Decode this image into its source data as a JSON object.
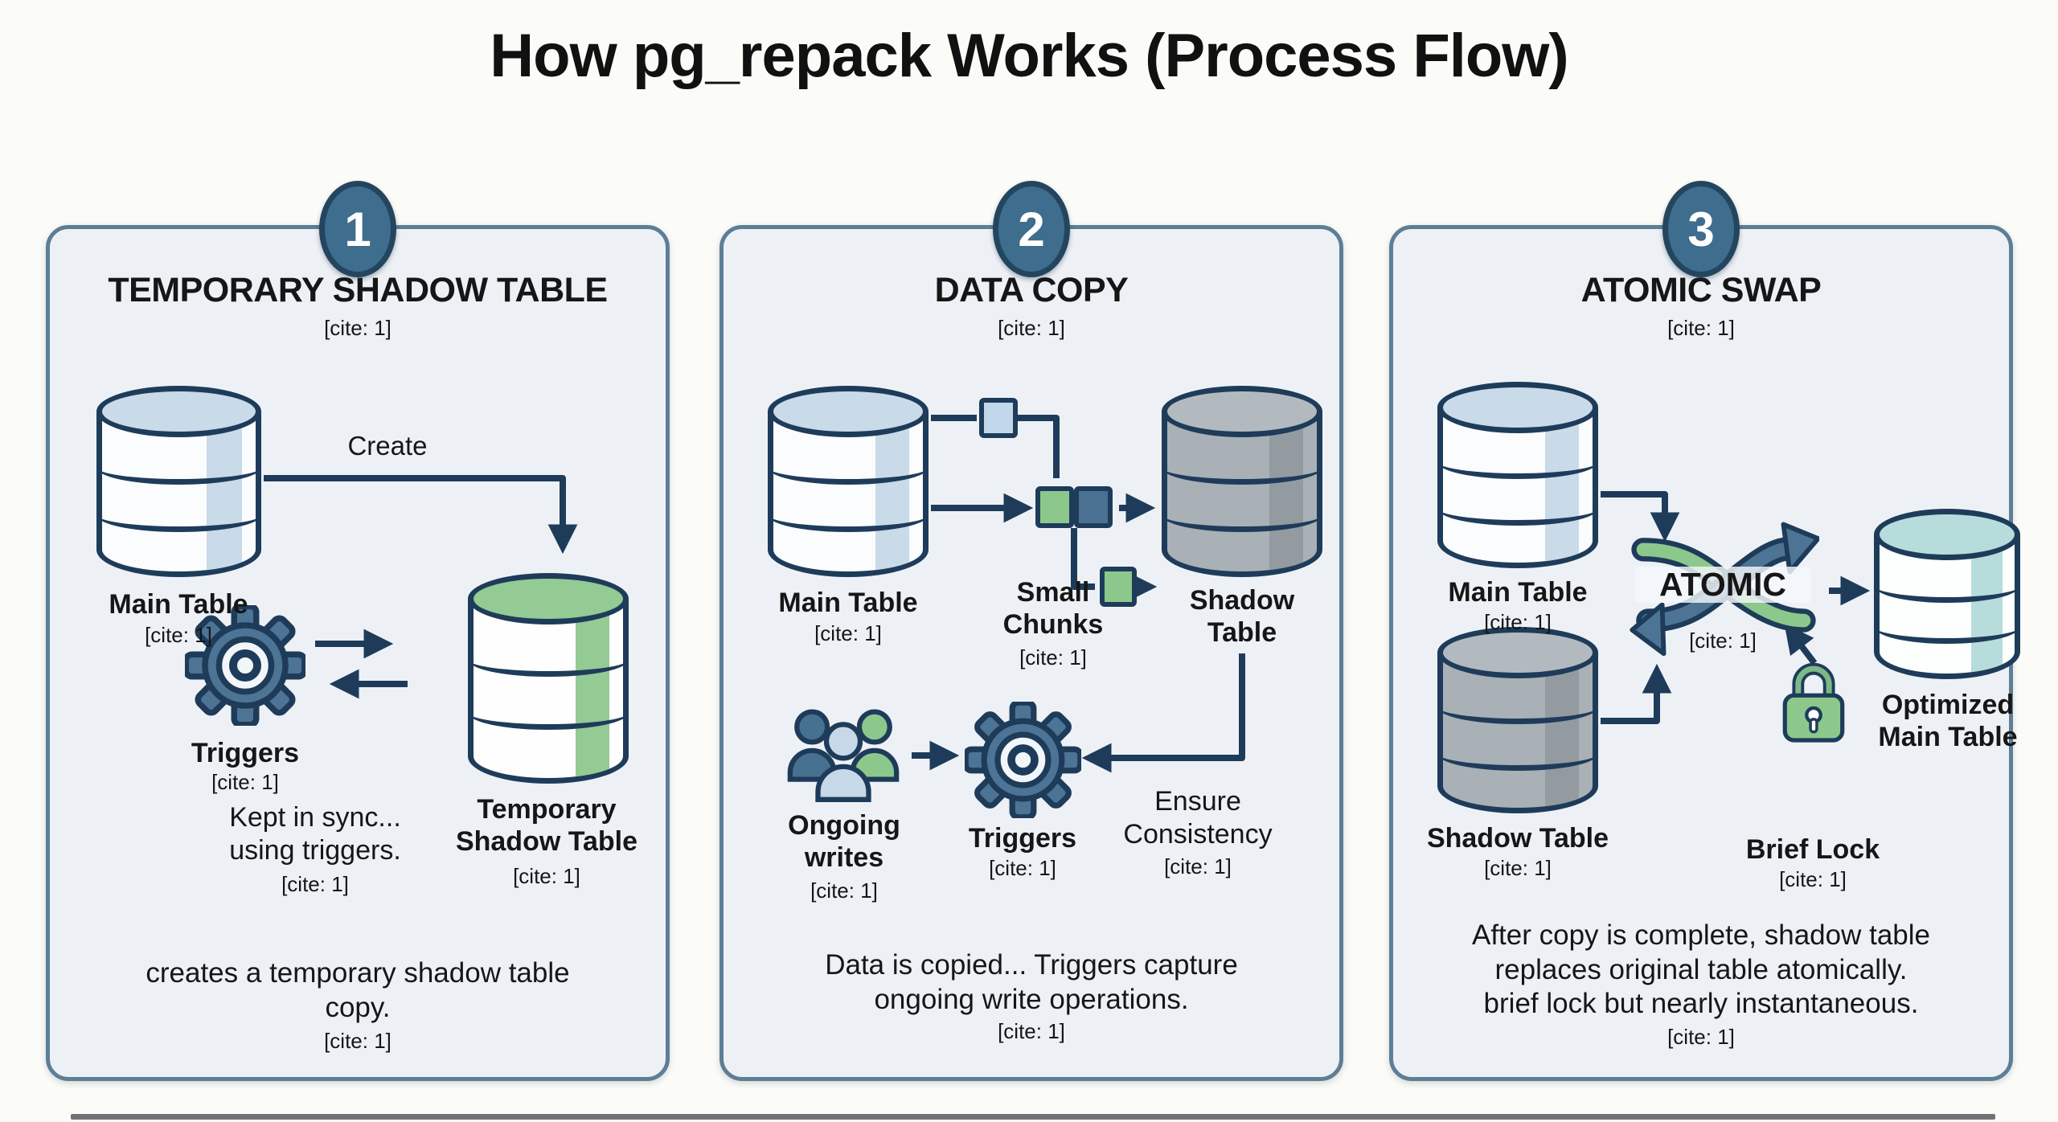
{
  "title": "How pg_repack Works (Process Flow)",
  "palette": {
    "background": "#fbfbf8",
    "panel_fill": "#edf1f6",
    "panel_border": "#5d7e97",
    "badge_fill": "#3e6d8e",
    "badge_border": "#24455e",
    "outline_navy": "#1e3c5a",
    "steel_blue": "#4d7494",
    "light_blue": "#c3d7ea",
    "green": "#8cc88c",
    "gray": "#a9b0b6",
    "teal": "#b7dcdc",
    "text": "#161616"
  },
  "icons": {
    "database": "database-cylinder-icon",
    "gear": "gear-icon",
    "users": "users-icon",
    "lock": "padlock-icon",
    "swap": "swap-arrows-icon",
    "arrow": "arrow-connector"
  },
  "panels": [
    {
      "number": "1",
      "heading": "TEMPORARY SHADOW TABLE",
      "cite": "[cite: 1]",
      "main_table": {
        "label": "Main Table",
        "cite": "[cite: 1]"
      },
      "create_label": "Create",
      "triggers": {
        "label": "Triggers",
        "cite": "[cite: 1]"
      },
      "temp_shadow": {
        "label": "Temporary\nShadow Table",
        "cite": "[cite: 1]"
      },
      "sync_note": {
        "text": "Kept in sync...\nusing triggers.",
        "cite": "[cite: 1]"
      },
      "caption": {
        "text": "creates a temporary shadow table\ncopy.",
        "cite": "[cite: 1]"
      }
    },
    {
      "number": "2",
      "heading": "DATA COPY",
      "cite": "[cite: 1]",
      "main_table": {
        "label": "Main Table",
        "cite": "[cite: 1]"
      },
      "small_chunks": {
        "label": "Small\nChunks",
        "cite": "[cite: 1]"
      },
      "shadow_table": {
        "label": "Shadow\nTable"
      },
      "ongoing_writes": {
        "label": "Ongoing\nwrites",
        "cite": "[cite: 1]"
      },
      "triggers": {
        "label": "Triggers",
        "cite": "[cite: 1]"
      },
      "ensure": {
        "label": "Ensure\nConsistency",
        "cite": "[cite: 1]"
      },
      "caption": {
        "text": "Data is copied... Triggers capture\nongoing write operations.",
        "cite": "[cite: 1]"
      }
    },
    {
      "number": "3",
      "heading": "ATOMIC SWAP",
      "cite": "[cite: 1]",
      "main_table": {
        "label": "Main Table",
        "cite": "[cite: 1]"
      },
      "shadow_table": {
        "label": "Shadow Table",
        "cite": "[cite: 1]"
      },
      "atomic": {
        "label": "ATOMIC",
        "cite": "[cite: 1]"
      },
      "brief_lock": {
        "label": "Brief Lock",
        "cite": "[cite: 1]"
      },
      "optimized": {
        "label": "Optimized\nMain Table"
      },
      "caption": {
        "text": "After copy is complete, shadow table\nreplaces original table atomically.\nbrief lock but nearly instantaneous.",
        "cite": "[cite: 1]"
      }
    }
  ]
}
